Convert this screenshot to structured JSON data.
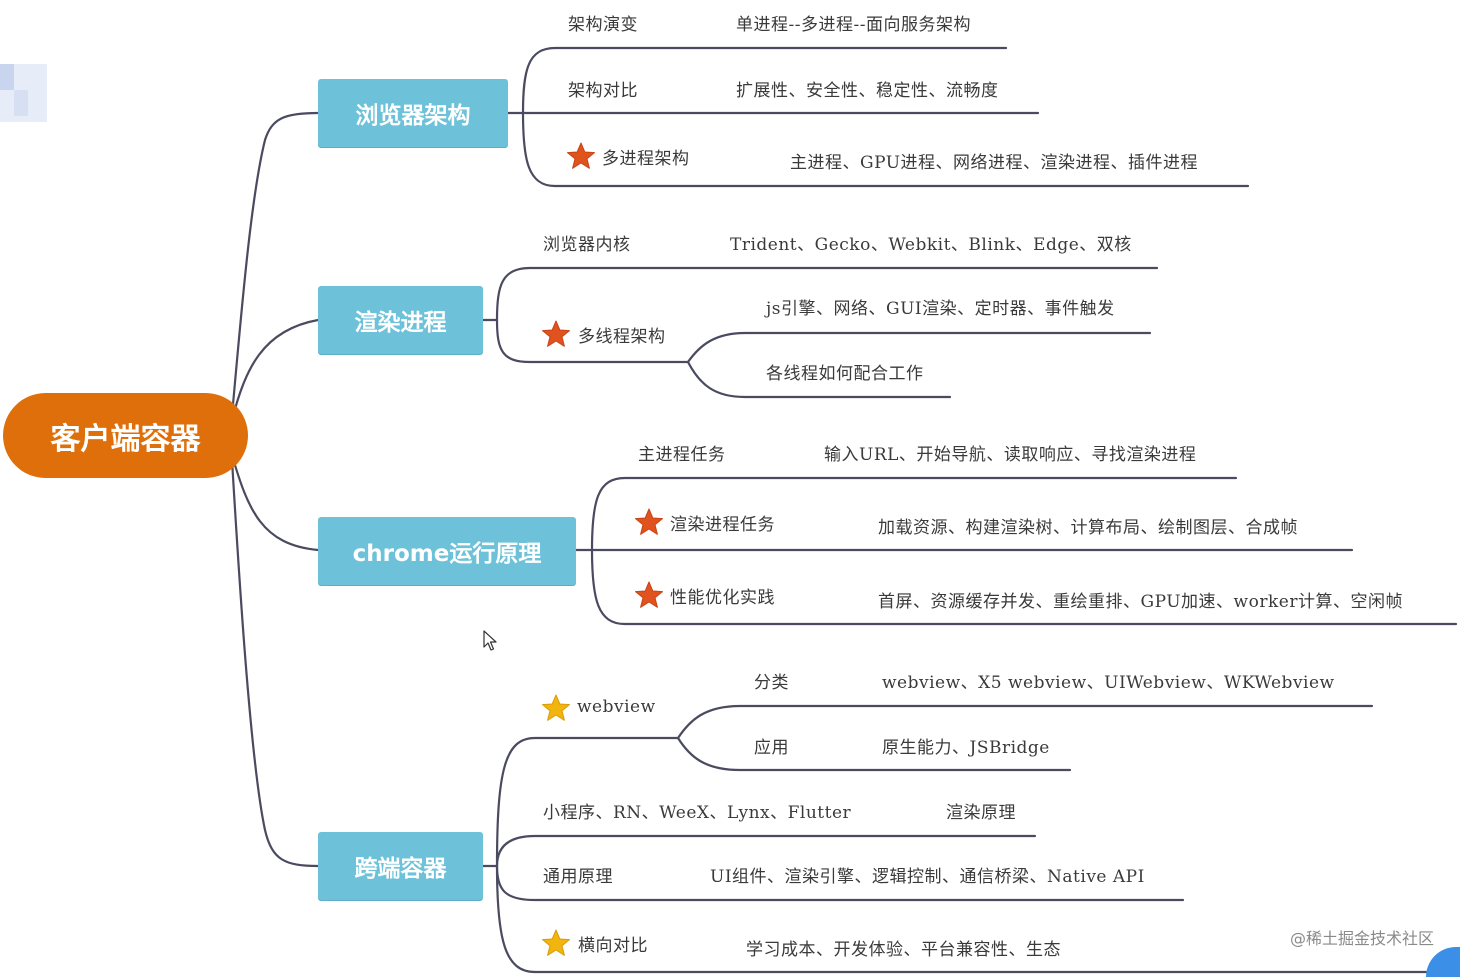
{
  "root": "客户端容器",
  "branches": [
    {
      "title": "浏览器架构",
      "items": [
        {
          "label": "架构演变",
          "value": "单进程--多进程--面向服务架构"
        },
        {
          "label": "架构对比",
          "value": "扩展性、安全性、稳定性、流畅度"
        },
        {
          "label": "多进程架构",
          "value": "主进程、GPU进程、网络进程、渲染进程、插件进程",
          "star": "red"
        }
      ]
    },
    {
      "title": "渲染进程",
      "items": [
        {
          "label": "浏览器内核",
          "value": "Trident、Gecko、Webkit、Blink、Edge、双核"
        },
        {
          "label": "多线程架构",
          "star": "red",
          "children": [
            "js引擎、网络、GUI渲染、定时器、事件触发",
            "各线程如何配合工作"
          ]
        }
      ]
    },
    {
      "title": "chrome运行原理",
      "items": [
        {
          "label": "主进程任务",
          "value": "输入URL、开始导航、读取响应、寻找渲染进程"
        },
        {
          "label": "渲染进程任务",
          "value": "加载资源、构建渲染树、计算布局、绘制图层、合成帧",
          "star": "red"
        },
        {
          "label": "性能优化实践",
          "value": "首屏、资源缓存并发、重绘重排、GPU加速、worker计算、空闲帧",
          "star": "red"
        }
      ]
    },
    {
      "title": "跨端容器",
      "items": [
        {
          "label": "webview",
          "star": "yellow",
          "children": [
            {
              "label": "分类",
              "value": "webview、X5 webview、UIWebview、WKWebview"
            },
            {
              "label": "应用",
              "value": "原生能力、JSBridge"
            }
          ]
        },
        {
          "label": "小程序、RN、WeeX、Lynx、Flutter",
          "value": "渲染原理"
        },
        {
          "label": "通用原理",
          "value": "UI组件、渲染引擎、逻辑控制、通信桥梁、Native API"
        },
        {
          "label": "横向对比",
          "value": "学习成本、开发体验、平台兼容性、生态",
          "star": "yellow"
        }
      ]
    }
  ],
  "colors": {
    "root": "#df6f0b",
    "branch": "#6dc1d9",
    "line": "#4a4a60",
    "star_red": "#e0521e",
    "star_yellow": "#f2b50f"
  },
  "watermark": "@稀土掘金技术社区"
}
